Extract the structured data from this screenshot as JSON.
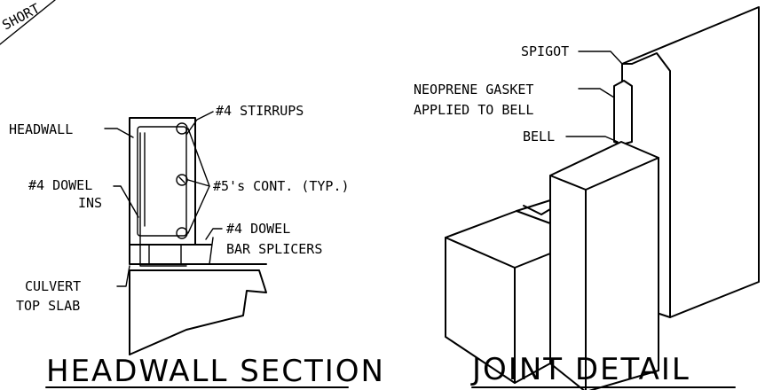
{
  "left_panel": {
    "corner_text": "SHORT",
    "labels": {
      "headwall": "HEADWALL",
      "stirrups": "#4 STIRRUPS",
      "dowel_line1": "#4 DOWEL",
      "dowel_line2": "INS",
      "cont": "#5's CONT. (TYP.)",
      "splicers_line1": "#4 DOWEL",
      "splicers_line2": "BAR SPLICERS",
      "culvert_line1": "CULVERT",
      "culvert_line2": "TOP SLAB"
    },
    "title": "HEADWALL SECTION"
  },
  "right_panel": {
    "labels": {
      "spigot": "SPIGOT",
      "gasket_line1": "NEOPRENE GASKET",
      "gasket_line2": "APPLIED TO BELL",
      "bell": "BELL"
    },
    "title": "JOINT DETAIL"
  }
}
